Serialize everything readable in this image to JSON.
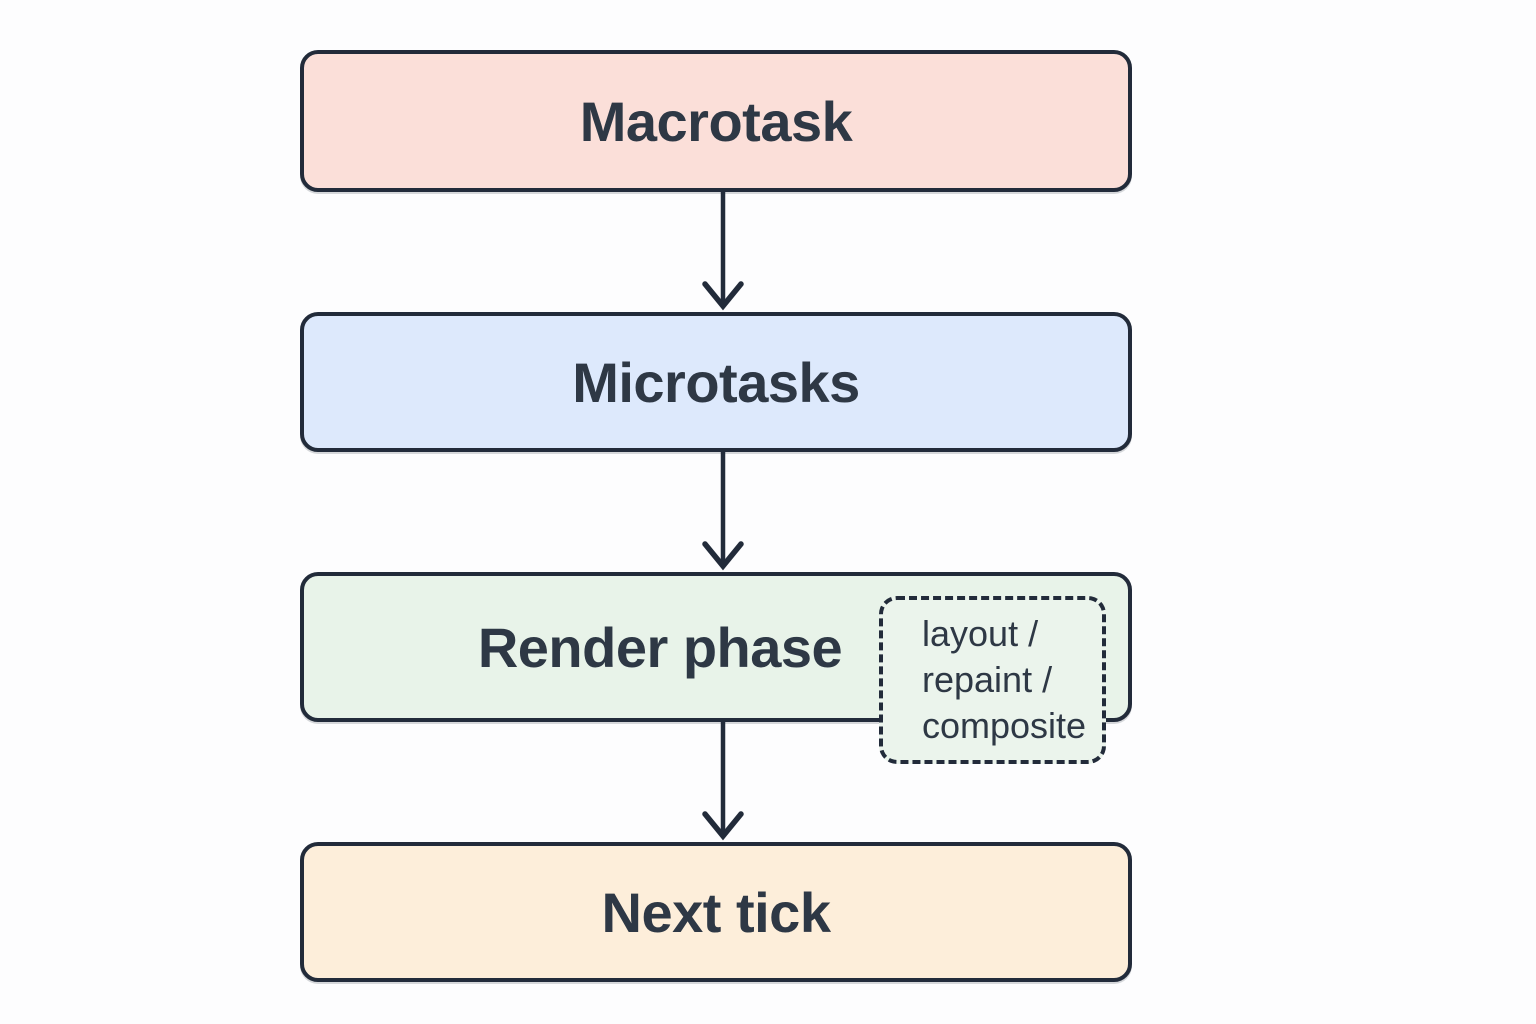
{
  "diagram": {
    "type": "flowchart",
    "direction": "top-down",
    "colors": {
      "background": "#fdfdfe",
      "stroke": "#222b3a",
      "text": "#2e3845",
      "macrotask_fill": "#fbdfd9",
      "microtasks_fill": "#dde9fc",
      "render_fill": "#e8f3e9",
      "nexttick_fill": "#fdeeda",
      "annotation_fill": "#ebf4ec"
    },
    "nodes": [
      {
        "id": "macrotask",
        "label": "Macrotask"
      },
      {
        "id": "microtasks",
        "label": "Microtasks"
      },
      {
        "id": "render-phase",
        "label": "Render phase"
      },
      {
        "id": "next-tick",
        "label": "Next tick"
      }
    ],
    "edges": [
      {
        "from": "macrotask",
        "to": "microtasks"
      },
      {
        "from": "microtasks",
        "to": "render-phase"
      },
      {
        "from": "render-phase",
        "to": "next-tick"
      }
    ],
    "annotation": {
      "attached_to": "render-phase",
      "lines": [
        "layout /",
        "repaint /",
        "composite"
      ]
    }
  }
}
